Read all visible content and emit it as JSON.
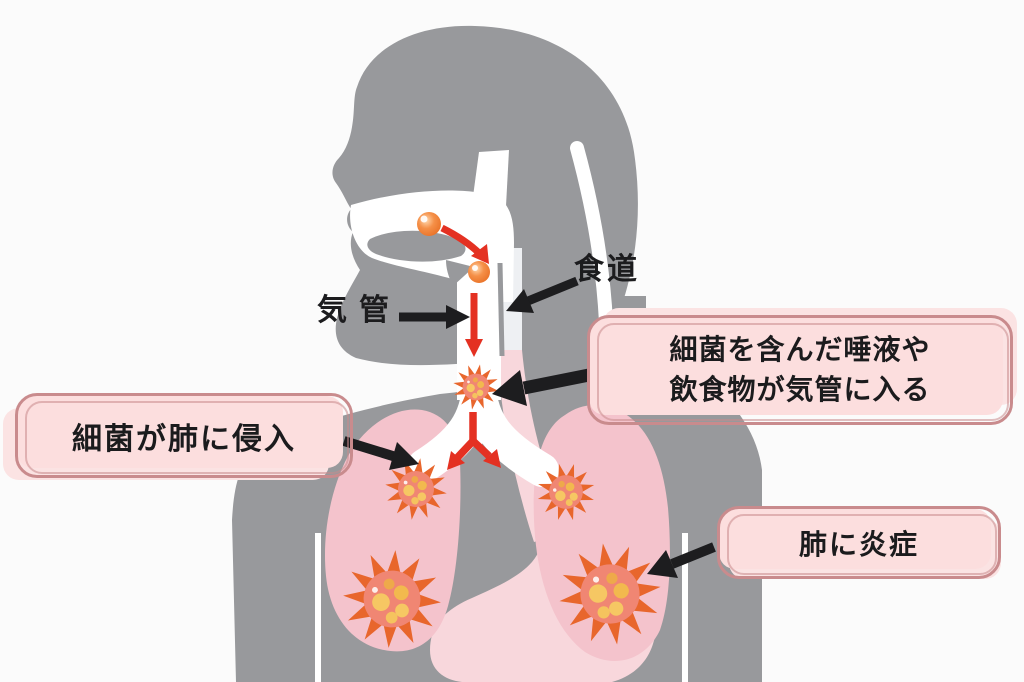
{
  "figure": "aspiration-pneumonia-mechanism-diagram",
  "colors": {
    "background": "#fbfbfb",
    "body_gray": "#98999c",
    "lung_pink": "#f4c3cc",
    "esophagus_pink": "#f8d7dc",
    "trachea_white": "#ffffff",
    "germ_orange": "#e8662c",
    "germ_center": "#f08673",
    "germ_dot_yellow": "#f6c763",
    "food_particle_orange": "#ef8636",
    "flow_arrow_red": "#e43122",
    "pointer_arrow_black": "#1d1d1f",
    "callout_fill": "#fcdede",
    "callout_border": "#c98b8d",
    "label_text": "#1c1c1e"
  },
  "labels": {
    "trachea": "気管",
    "esophagus": "食道"
  },
  "callouts": {
    "saliva_entry": {
      "line1": "細菌を含んだ唾液や",
      "line2": "飲食物が気管に入る"
    },
    "bacteria_invades_lungs": {
      "text": "細菌が肺に侵入"
    },
    "lung_inflammation": {
      "text": "肺に炎症"
    }
  }
}
